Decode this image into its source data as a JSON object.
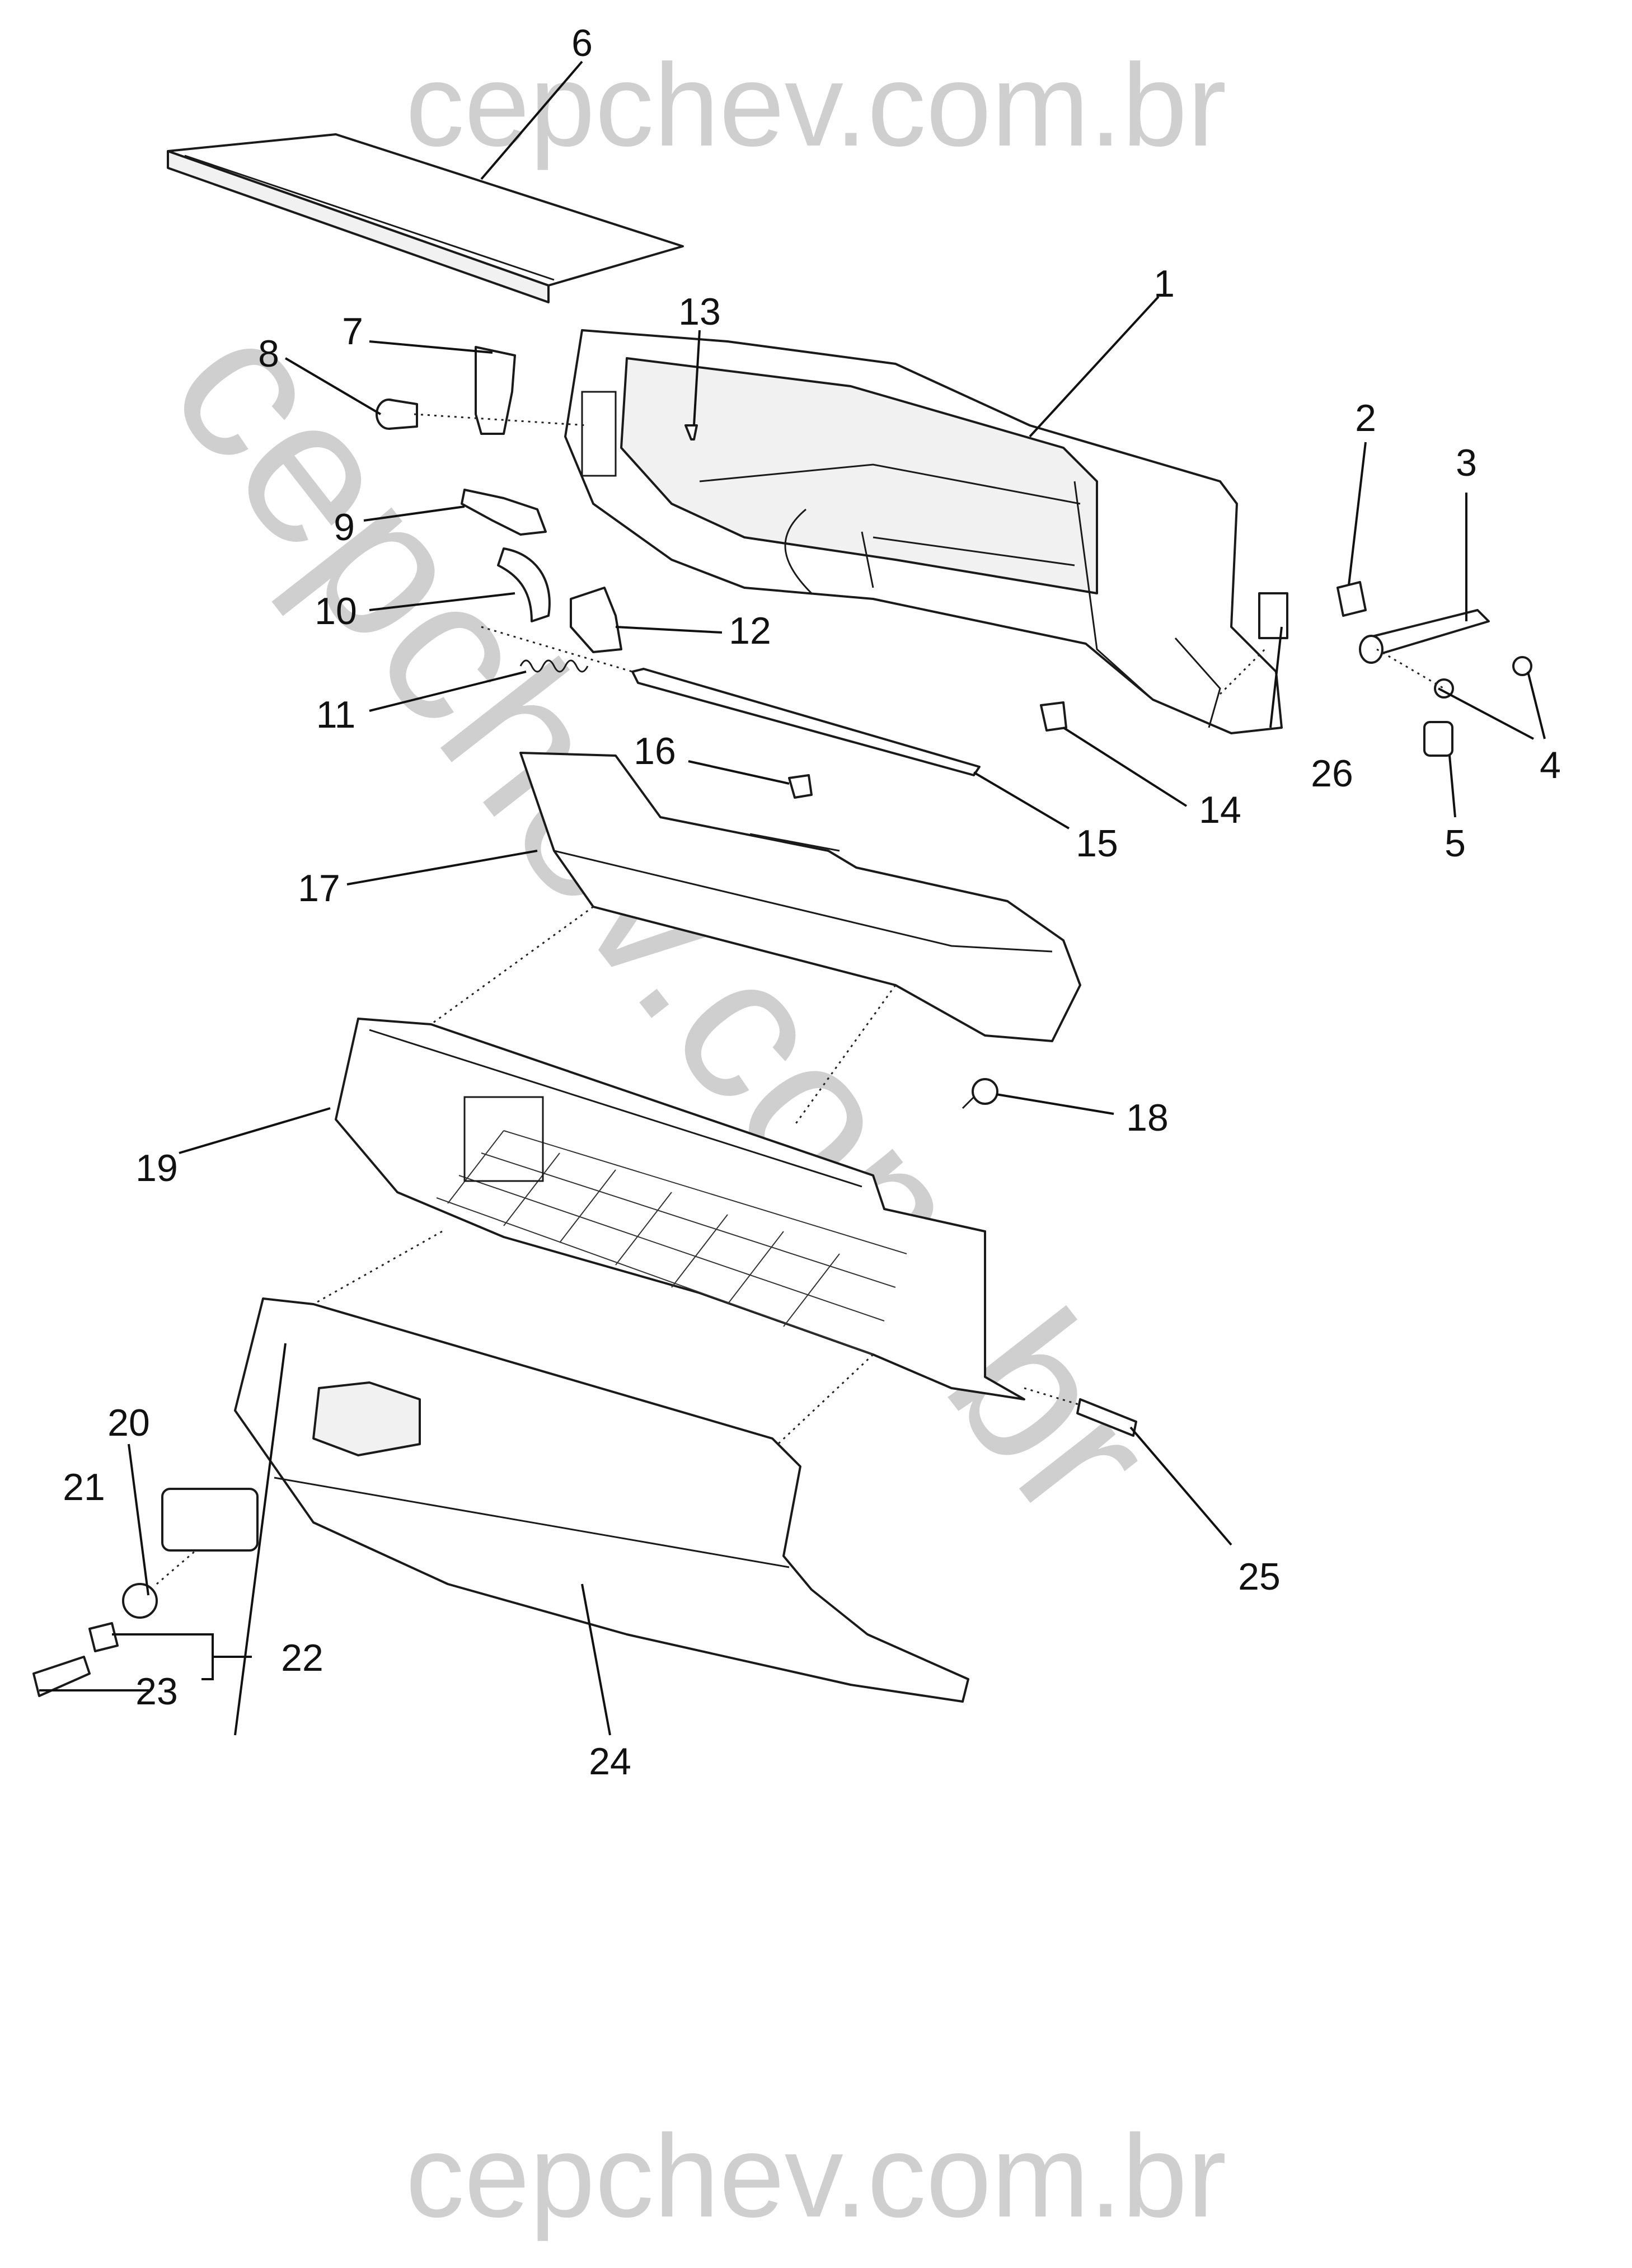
{
  "watermark": {
    "top": "cepchev.com.br",
    "bottom": "cepchev.com.br",
    "diagonal": "cepchev.com.br"
  },
  "colors": {
    "ink": "#111111",
    "watermark": "#cfcfcf",
    "background": "#ffffff"
  },
  "callouts": [
    "1",
    "2",
    "3",
    "4",
    "5",
    "6",
    "7",
    "8",
    "9",
    "10",
    "11",
    "12",
    "13",
    "14",
    "15",
    "16",
    "17",
    "18",
    "19",
    "20",
    "21",
    "22",
    "23",
    "24",
    "25",
    "26"
  ]
}
